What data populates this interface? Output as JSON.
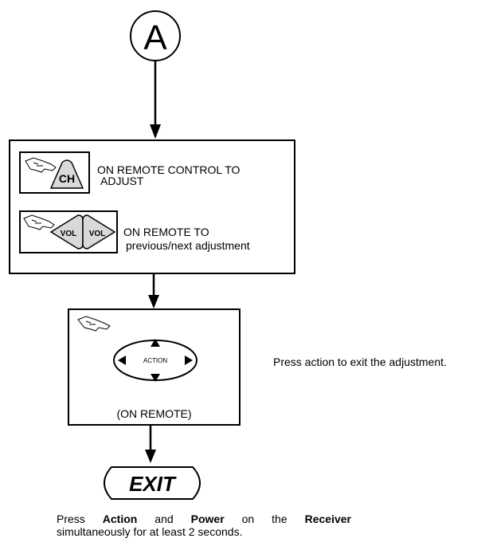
{
  "connector": {
    "label": "A"
  },
  "step1": {
    "ch_button": {
      "icon": "hand-pointer-icon",
      "label": "CH"
    },
    "ch_text_line1": "ON REMOTE CONTROL TO",
    "ch_text_line2": "ADJUST",
    "vol_buttons": {
      "left_label": "VOL",
      "right_label": "VOL"
    },
    "vol_text_line1": "ON REMOTE TO",
    "vol_text_line2": "previous/next adjustment"
  },
  "step2": {
    "action_label": "ACTION",
    "caption": "(ON REMOTE)",
    "note": "Press action to exit the adjustment."
  },
  "exit": {
    "label": "EXIT"
  },
  "footer": {
    "w1": "Press",
    "w2": "Action",
    "w3": "and",
    "w4": "Power",
    "w5": "on",
    "w6": "the",
    "w7": "Receiver",
    "line2": "simultaneously for at least 2 seconds."
  }
}
